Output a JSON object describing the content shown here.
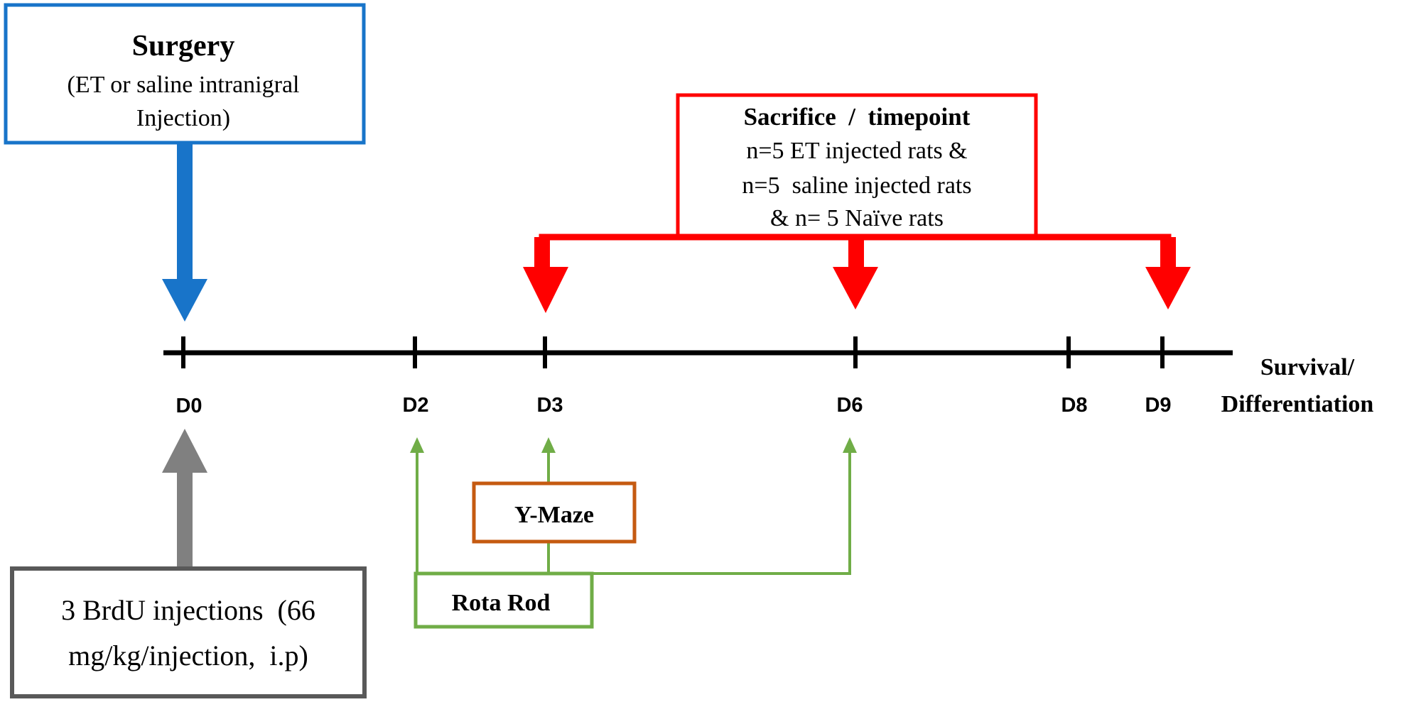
{
  "colors": {
    "surgery": "#1874c9",
    "sacrifice": "#ff0000",
    "behavior": "#70ad47",
    "ymaze": "#c55a11",
    "brdu": "#808080",
    "brdu_box": "#595959",
    "timeline": "#000000",
    "survival": "#2e75b6"
  },
  "surgery": {
    "title": "Surgery",
    "line1": "(ET or saline intranigral",
    "line2": "Injection)"
  },
  "sacrifice": {
    "title": "Sacrifice  /  timepoint",
    "line1": "n=5 ET injected rats &",
    "line2": "n=5  saline injected rats",
    "line3": "& n= 5 Naïve rats"
  },
  "timeline": {
    "days": [
      "D0",
      "D2",
      "D3",
      "D6",
      "D8",
      "D9"
    ],
    "end_label_line1": "Survival/",
    "end_label_line2": "Differentiation"
  },
  "brdu": {
    "line1": "3 BrdU injections  (66",
    "line2": "mg/kg/injection,  i.p)"
  },
  "ymaze": {
    "label": "Y-Maze"
  },
  "rotarod": {
    "label": "Rota Rod"
  }
}
